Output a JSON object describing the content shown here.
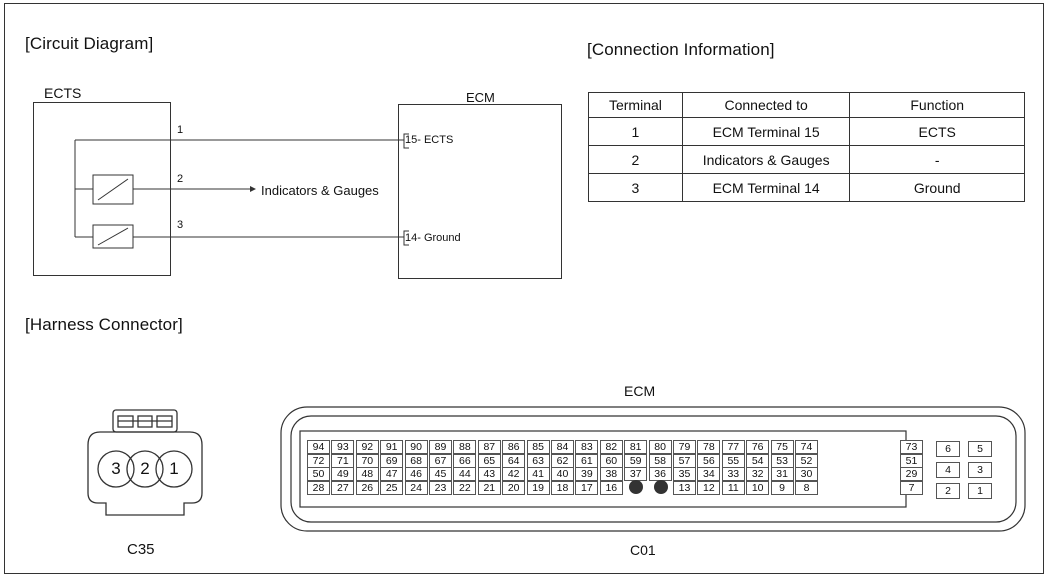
{
  "titles": {
    "circuit": "[Circuit Diagram]",
    "connection": "[Connection Information]",
    "harness": "[Harness Connector]"
  },
  "circuit": {
    "sensor": "ECTS",
    "module": "ECM",
    "wire_numbers": [
      "1",
      "2",
      "3"
    ],
    "ecm_pin_ects": "15- ECTS",
    "ecm_pin_ground": "14- Ground",
    "indicators": "Indicators & Gauges"
  },
  "connection_table": {
    "headers": [
      "Terminal",
      "Connected to",
      "Function"
    ],
    "rows": [
      [
        "1",
        "ECM Terminal 15",
        "ECTS"
      ],
      [
        "2",
        "Indicators & Gauges",
        "-"
      ],
      [
        "3",
        "ECM Terminal 14",
        "Ground"
      ]
    ]
  },
  "harness": {
    "c35_label": "C35",
    "c35_pins": [
      "3",
      "2",
      "1"
    ],
    "ecm_title": "ECM",
    "c01_label": "C01",
    "rows": [
      [
        "94",
        "93",
        "92",
        "91",
        "90",
        "89",
        "88",
        "87",
        "86",
        "85",
        "84",
        "83",
        "82",
        "81",
        "80",
        "79",
        "78",
        "77",
        "76",
        "75",
        "74"
      ],
      [
        "72",
        "71",
        "70",
        "69",
        "68",
        "67",
        "66",
        "65",
        "64",
        "63",
        "62",
        "61",
        "60",
        "59",
        "58",
        "57",
        "56",
        "55",
        "54",
        "53",
        "52"
      ],
      [
        "50",
        "49",
        "48",
        "47",
        "46",
        "45",
        "44",
        "43",
        "42",
        "41",
        "40",
        "39",
        "38",
        "37",
        "36",
        "35",
        "34",
        "33",
        "32",
        "31",
        "30"
      ],
      [
        "28",
        "27",
        "26",
        "25",
        "24",
        "23",
        "22",
        "21",
        "20",
        "19",
        "18",
        "17",
        "16",
        "",
        "",
        "13",
        "12",
        "11",
        "10",
        "9",
        "8"
      ]
    ],
    "filled_pins": [
      [
        3,
        13
      ],
      [
        3,
        14
      ]
    ],
    "side_column": [
      "73",
      "51",
      "29",
      "7"
    ],
    "small_block": [
      [
        "6",
        "5"
      ],
      [
        "4",
        "3"
      ],
      [
        "2",
        "1"
      ]
    ]
  }
}
